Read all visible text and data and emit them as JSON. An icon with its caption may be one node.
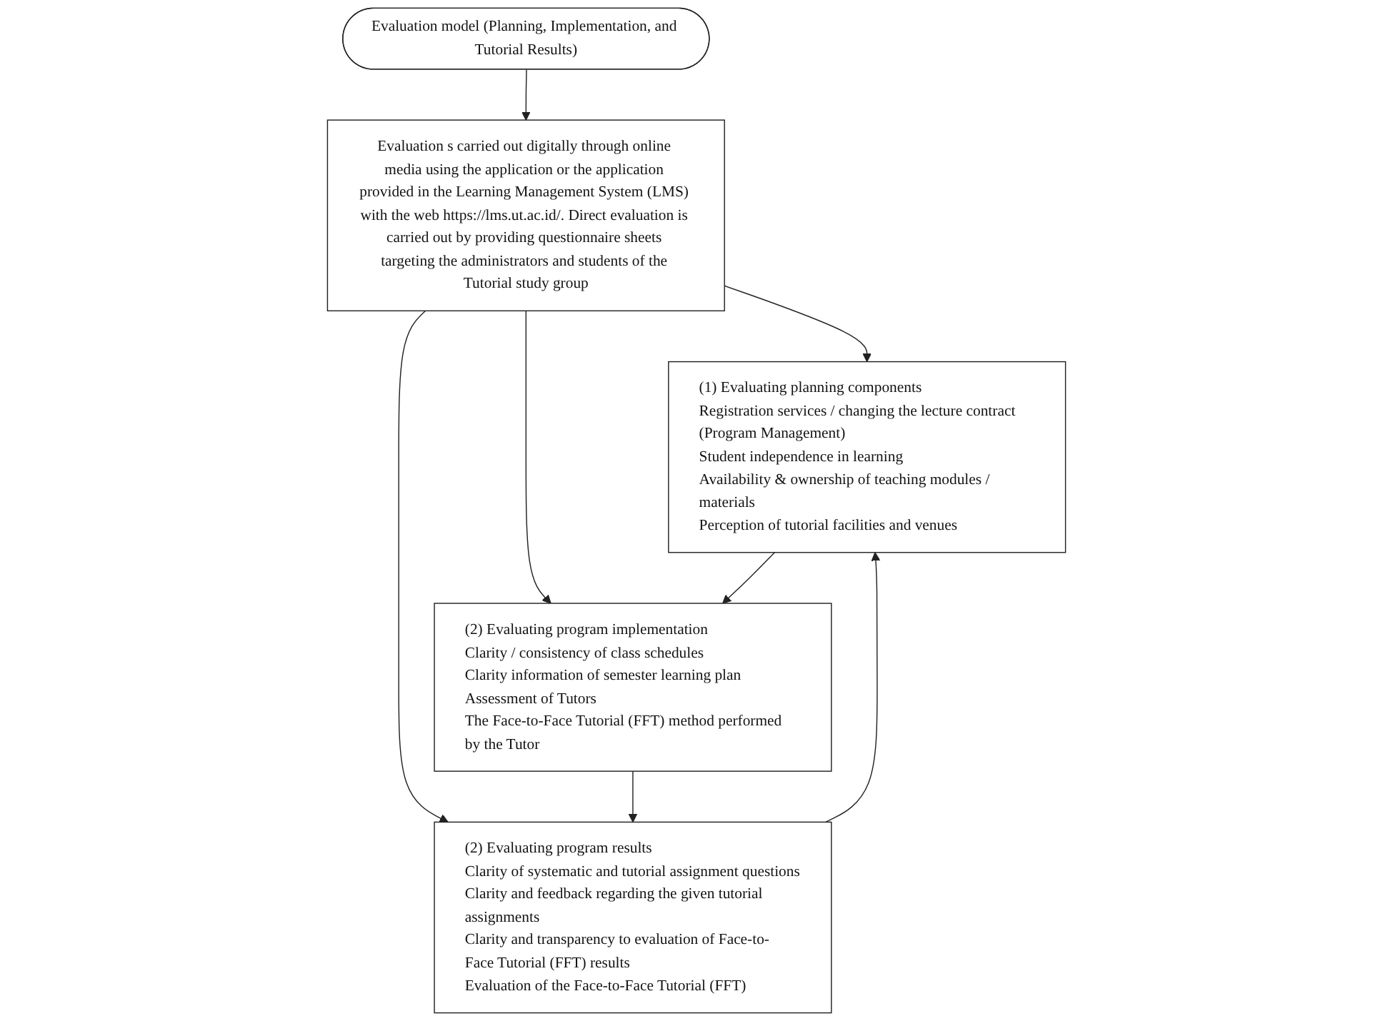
{
  "diagram": {
    "nodes": [
      {
        "text": [
          "Evaluation model (Planning, Implementation, and Tutorial Results)"
        ]
      },
      {
        "text": [
          "Evaluation s carried out digitally through online media using the application or the application provided in the Learning Management System (LMS) with the web https://lms.ut.ac.id/. Direct evaluation is carried out by providing questionnaire sheets targeting the administrators and students of the Tutorial study group"
        ]
      },
      {
        "text": [
          "(1) Evaluating planning components",
          "Registration services / changing the lecture contract (Program Management)",
          "Student independence in learning",
          "Availability & ownership of teaching modules / materials",
          "Perception of tutorial facilities and venues"
        ]
      },
      {
        "text": [
          "(2) Evaluating program implementation",
          "Clarity / consistency of class schedules",
          "Clarity information of semester learning plan",
          "Assessment of Tutors",
          "The Face-to-Face Tutorial (FFT) method performed by the Tutor"
        ]
      },
      {
        "text": [
          "(2) Evaluating program results",
          "Clarity of systematic and tutorial assignment questions",
          "Clarity and feedback regarding the given tutorial assignments",
          "Clarity and transparency to evaluation of Face-to-Face Tutorial (FFT) results",
          "Evaluation of the Face-to-Face Tutorial (FFT)"
        ]
      }
    ],
    "edges": [
      {
        "from": 0,
        "to": 1,
        "arrow": "to"
      },
      {
        "from": 1,
        "to": 2,
        "arrow": "to"
      },
      {
        "from": 1,
        "to": 3,
        "arrow": "to"
      },
      {
        "from": 1,
        "to": 4,
        "arrow": "to"
      },
      {
        "from": 2,
        "to": 3,
        "arrow": "to"
      },
      {
        "from": 3,
        "to": 4,
        "arrow": "to"
      },
      {
        "from": 4,
        "to": 2,
        "arrow": "to"
      }
    ]
  }
}
